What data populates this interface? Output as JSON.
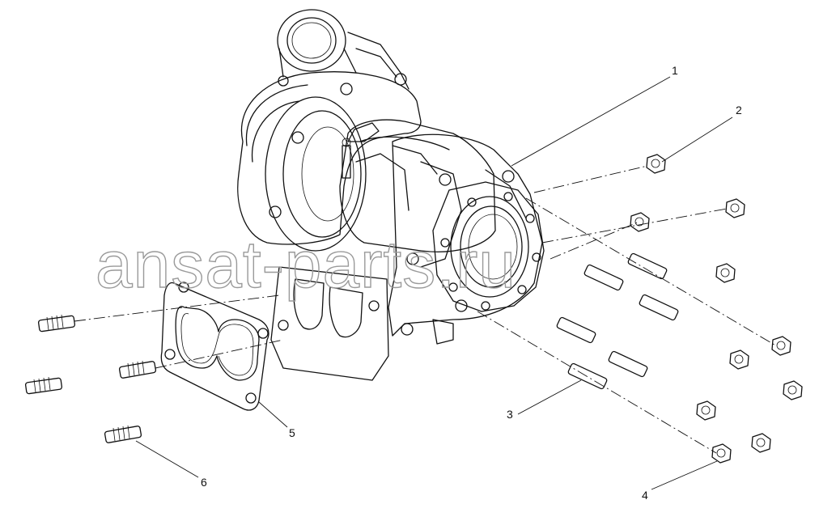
{
  "watermark": "ansat-parts.ru",
  "callouts": {
    "c1": "1",
    "c2": "2",
    "c3": "3",
    "c4": "4",
    "c5": "5",
    "c6": "6"
  },
  "colors": {
    "line": "#111111",
    "watermark": "#9a9a9a",
    "background": "#ffffff"
  }
}
